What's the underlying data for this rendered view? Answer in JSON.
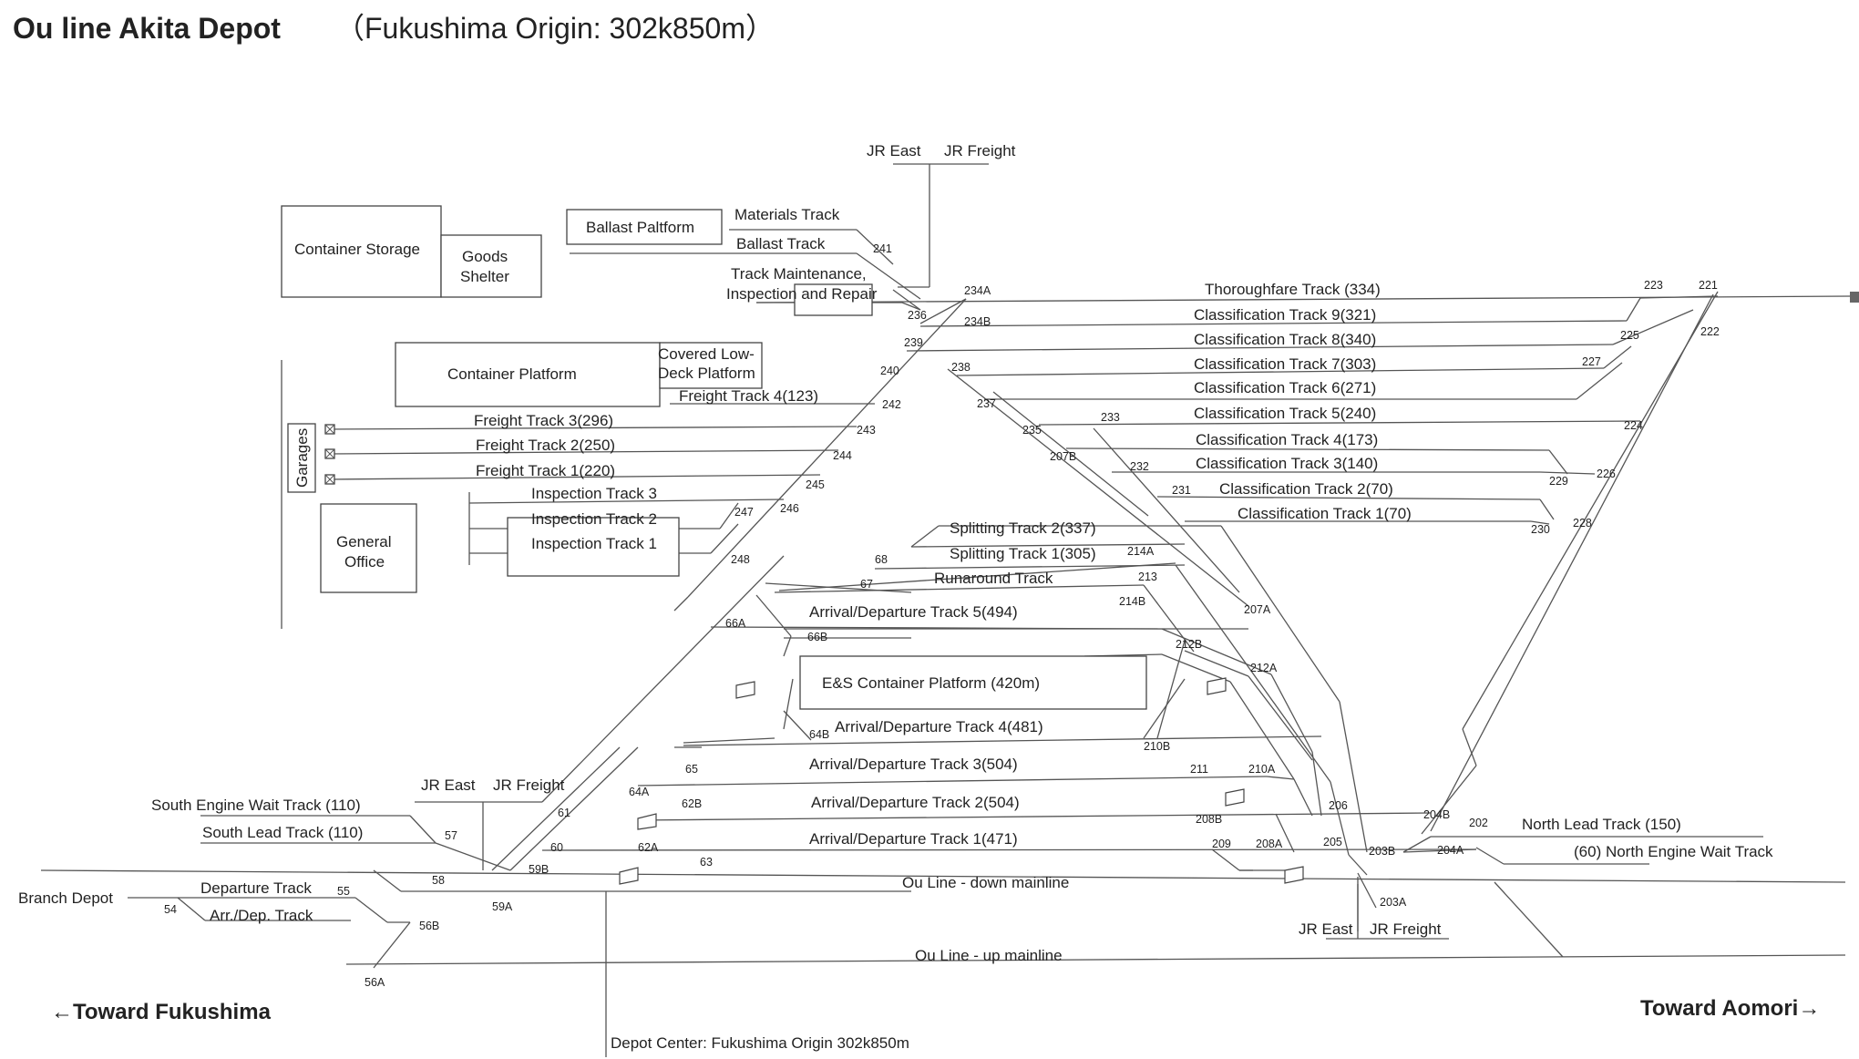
{
  "title": "Ou line  Akita Depot",
  "subtitle": "（Fukushima Origin: 302k850m）",
  "direction_left": "←Toward Fukushima",
  "direction_right": "Toward Aomori→",
  "depot_center": "Depot Center: Fukushima Origin 302k850m",
  "labels": {
    "jr_east_top": "JR East",
    "jr_freight_top": "JR Freight",
    "jr_east_mid": "JR East",
    "jr_freight_mid": "JR Freight",
    "jr_east_bot": "JR East",
    "jr_freight_bot": "JR Freight",
    "container_storage": "Container Storage",
    "goods_shelter_1": "Goods",
    "goods_shelter_2": "Shelter",
    "ballast_platform": "Ballast Paltform",
    "materials_track": "Materials Track",
    "ballast_track": "Ballast Track",
    "track_maint_1": "Track Maintenance,",
    "track_maint_2": "Inspection and Repair",
    "container_platform": "Container Platform",
    "covered_1": "Covered Low-",
    "covered_2": "Deck Platform",
    "freight_track_4": "Freight Track 4(123)",
    "freight_track_3": "Freight Track 3(296)",
    "freight_track_2": "Freight Track 2(250)",
    "freight_track_1": "Freight Track 1(220)",
    "garages": "Garages",
    "inspection_3": "Inspection Track 3",
    "inspection_2": "Inspection Track 2",
    "inspection_1": "Inspection Track 1",
    "general_office_1": "General",
    "general_office_2": "Office",
    "thoroughfare": "Thoroughfare Track (334)",
    "class_9": "Classification Track 9(321)",
    "class_8": "Classification Track 8(340)",
    "class_7": "Classification Track 7(303)",
    "class_6": "Classification Track 6(271)",
    "class_5": "Classification Track 5(240)",
    "class_4": "Classification Track 4(173)",
    "class_3": "Classification Track 3(140)",
    "class_2": "Classification Track 2(70)",
    "class_1": "Classification Track 1(70)",
    "splitting_2": "Splitting Track  2(337)",
    "splitting_1": "Splitting Track  1(305)",
    "runaround": "Runaround Track",
    "ad_5": "Arrival/Departure Track 5(494)",
    "es_platform": "E&S Container Platform (420m)",
    "ad_4": "Arrival/Departure Track 4(481)",
    "ad_3": "Arrival/Departure Track 3(504)",
    "ad_2": "Arrival/Departure Track 2(504)",
    "ad_1": "Arrival/Departure Track 1(471)",
    "south_engine": "South Engine Wait Track (110)",
    "south_lead": "South Lead Track (110)",
    "branch_depot": "Branch Depot",
    "departure_track": "Departure Track",
    "arr_dep_track": "Arr./Dep. Track",
    "down_mainline": "Ou Line - down mainline",
    "up_mainline": "Ou Line - up mainline",
    "north_lead": "North Lead Track (150)",
    "north_engine": "(60) North Engine Wait Track"
  },
  "switch_numbers": [
    "241",
    "236",
    "234A",
    "234B",
    "239",
    "240",
    "238",
    "237",
    "235",
    "233",
    "232",
    "231",
    "207B",
    "242",
    "243",
    "244",
    "245",
    "246",
    "247",
    "248",
    "223",
    "221",
    "225",
    "222",
    "227",
    "224",
    "229",
    "226",
    "230",
    "228",
    "68",
    "67",
    "214A",
    "213",
    "214B",
    "207A",
    "66A",
    "66B",
    "212B",
    "212A",
    "64B",
    "210B",
    "65",
    "64A",
    "62B",
    "61",
    "62A",
    "63",
    "60",
    "59B",
    "59A",
    "58",
    "57",
    "56B",
    "56A",
    "55",
    "54",
    "211",
    "210A",
    "208B",
    "206",
    "209",
    "208A",
    "205",
    "203B",
    "204B",
    "202",
    "204A",
    "203A"
  ],
  "colors": {
    "line": "#555555",
    "text": "#222222",
    "background": "#ffffff"
  }
}
